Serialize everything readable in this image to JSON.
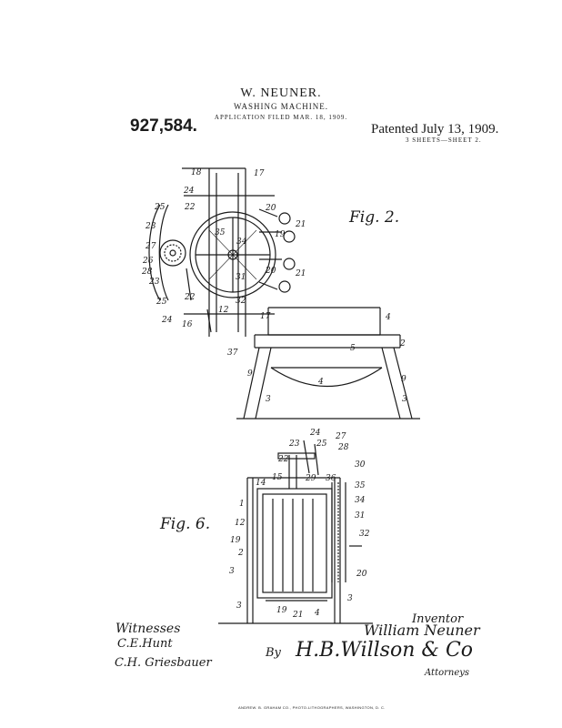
{
  "header": {
    "inventor": "W. NEUNER.",
    "title": "WASHING MACHINE.",
    "application_filed": "APPLICATION FILED MAR. 18, 1909.",
    "patent_number": "927,584.",
    "patented": "Patented July 13, 1909.",
    "sheets": "3 SHEETS—SHEET 2."
  },
  "figures": {
    "fig2_label": "Fig. 2.",
    "fig6_label": "Fig. 6.",
    "fig2_refs": [
      "18",
      "24",
      "17",
      "25",
      "22",
      "20",
      "21",
      "19",
      "23",
      "35",
      "34",
      "27",
      "26",
      "28",
      "23",
      "31",
      "20",
      "21",
      "25",
      "22",
      "32",
      "12",
      "24",
      "16",
      "17",
      "4",
      "37",
      "5",
      "2",
      "9",
      "9",
      "4",
      "3",
      "3"
    ],
    "fig6_refs": [
      "24",
      "27",
      "23",
      "25",
      "28",
      "22",
      "30",
      "15",
      "29",
      "36",
      "14",
      "35",
      "34",
      "1",
      "12",
      "31",
      "19",
      "32",
      "2",
      "3",
      "20",
      "3",
      "19",
      "21",
      "4",
      "3"
    ]
  },
  "signatures": {
    "witnesses_label": "Witnesses",
    "witness_1": "C.E.Hunt",
    "witness_2": "C.H. Griesbauer",
    "inventor_label": "Inventor",
    "inventor_name": "William Neuner",
    "by_label": "By",
    "attorney_name": "H.B.Willson & Co",
    "attorneys_label": "Attorneys"
  },
  "footer": "ANDREW. B. GRAHAM CO., PHOTO-LITHOGRAPHERS, WASHINGTON, D. C."
}
